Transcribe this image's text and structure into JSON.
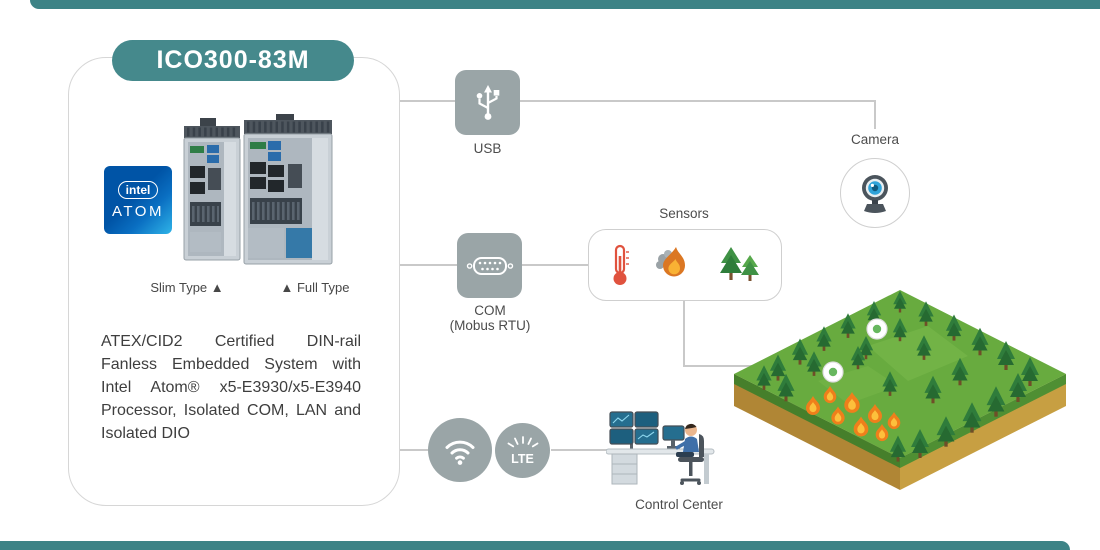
{
  "colors": {
    "accent_teal": "#45898c",
    "bar_teal": "#3d8386",
    "node_gray": "#9aa5a7",
    "line_gray": "#c9c9c9",
    "intel_blue": "#0054a6"
  },
  "product": {
    "model": "ICO300-83M",
    "intel_brand": "intel",
    "intel_product": "ATOM",
    "type_left": "Slim Type ▲",
    "type_right": "▲ Full Type",
    "description": "ATEX/CID2 Certified DIN-rail Fanless Embedded System with Intel Atom® x5-E3930/x5-E3940 Processor, Isolated COM, LAN and Isolated DIO"
  },
  "connections": {
    "usb": {
      "label": "USB",
      "icon": "usb-icon"
    },
    "com": {
      "label": "COM",
      "sublabel": "(Mobus RTU)",
      "icon": "db9-serial-icon"
    },
    "wifi": {
      "icon": "wifi-icon"
    },
    "lte": {
      "label": "LTE",
      "icon": "lte-signal-icon"
    }
  },
  "scene": {
    "sensors": {
      "label": "Sensors",
      "icons": [
        "thermometer-icon",
        "fire-icon",
        "trees-icon"
      ]
    },
    "camera": {
      "label": "Camera",
      "icon": "webcam-icon"
    },
    "control_center": {
      "label": "Control Center"
    },
    "forest": {
      "illustration": "burning-forest-isometric",
      "markers": 2
    }
  }
}
